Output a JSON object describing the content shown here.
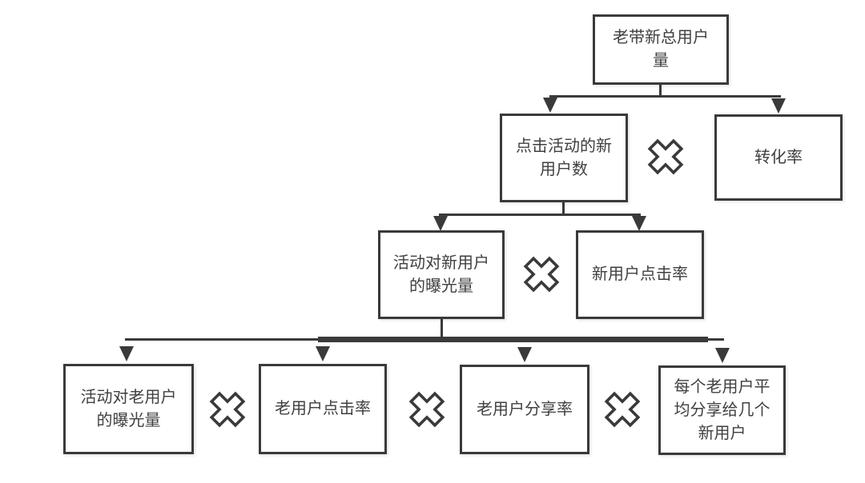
{
  "diagram": {
    "operator": "×",
    "colors": {
      "line": "#3a3a3a",
      "box_border": "#3a3a3a",
      "text": "#3f3f3f",
      "background": "#ffffff"
    },
    "nodes": {
      "root": {
        "label": "老带新总用户\n量"
      },
      "l2_left": {
        "label": "点击活动的新\n用户数"
      },
      "l2_right": {
        "label": "转化率"
      },
      "l3_left": {
        "label": "活动对新用户\n的曝光量"
      },
      "l3_right": {
        "label": "新用户点击率"
      },
      "l4_a": {
        "label": "活动对老用户\n的曝光量"
      },
      "l4_b": {
        "label": "老用户点击率"
      },
      "l4_c": {
        "label": "老用户分享率"
      },
      "l4_d": {
        "label": "每个老用户平\n均分享给几个\n新用户"
      }
    }
  }
}
